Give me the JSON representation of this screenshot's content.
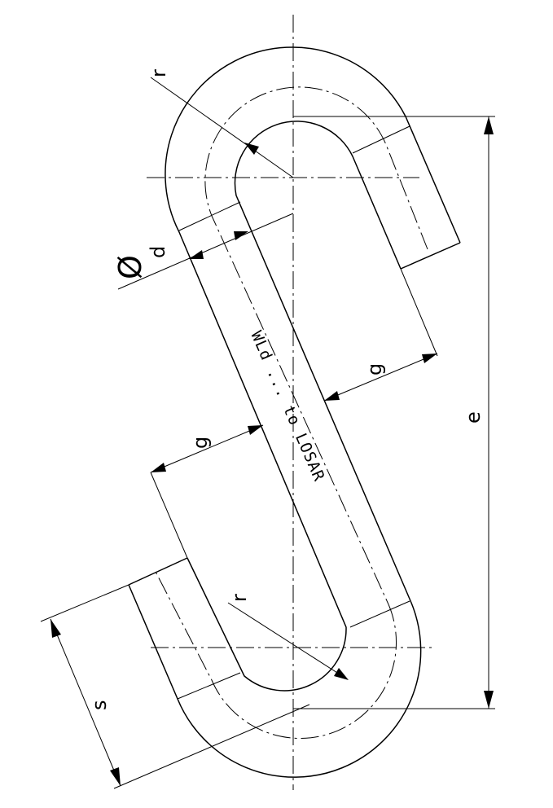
{
  "drawing": {
    "labels": {
      "radius_top": "r",
      "radius_bottom": "r",
      "diameter_symbol": "Ø",
      "diameter": "d",
      "gap_upper": "g",
      "gap_lower": "g",
      "length": "e",
      "shank": "s"
    },
    "note": "WLd ... to LOSAR"
  },
  "colors": {
    "line": "#000000",
    "background": "#ffffff"
  }
}
